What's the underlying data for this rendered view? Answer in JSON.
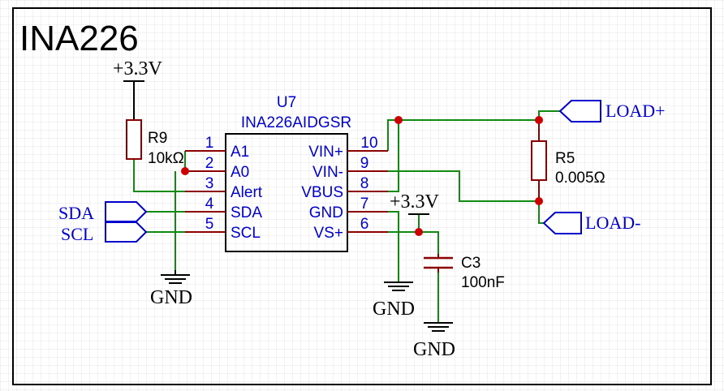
{
  "sheet": {
    "title": "INA226"
  },
  "colors": {
    "wire": "#108a10",
    "pin": "#8b0000",
    "part": "#8b0000",
    "junction": "#cc0000",
    "label": "#0000cc",
    "black": "#000000",
    "grid": "#e4e4e4"
  },
  "ic": {
    "designator": "U7",
    "part": "INA226AIDGSR",
    "left_pins": [
      {
        "num": "1",
        "name": "A1"
      },
      {
        "num": "2",
        "name": "A0"
      },
      {
        "num": "3",
        "name": "Alert"
      },
      {
        "num": "4",
        "name": "SDA"
      },
      {
        "num": "5",
        "name": "SCL"
      }
    ],
    "right_pins": [
      {
        "num": "10",
        "name": "VIN+"
      },
      {
        "num": "9",
        "name": "VIN-"
      },
      {
        "num": "8",
        "name": "VBUS"
      },
      {
        "num": "7",
        "name": "GND"
      },
      {
        "num": "6",
        "name": "VS+"
      }
    ]
  },
  "r9": {
    "ref": "R9",
    "value": "10kΩ"
  },
  "r5": {
    "ref": "R5",
    "value": "0.005Ω"
  },
  "c3": {
    "ref": "C3",
    "value": "100nF"
  },
  "power": {
    "top_left": "+3.3V",
    "mid": "+3.3V"
  },
  "grounds": {
    "left": "GND",
    "mid": "GND",
    "right": "GND"
  },
  "ports": {
    "sda": "SDA",
    "scl": "SCL",
    "load_plus": "LOAD+",
    "load_minus": "LOAD-"
  }
}
